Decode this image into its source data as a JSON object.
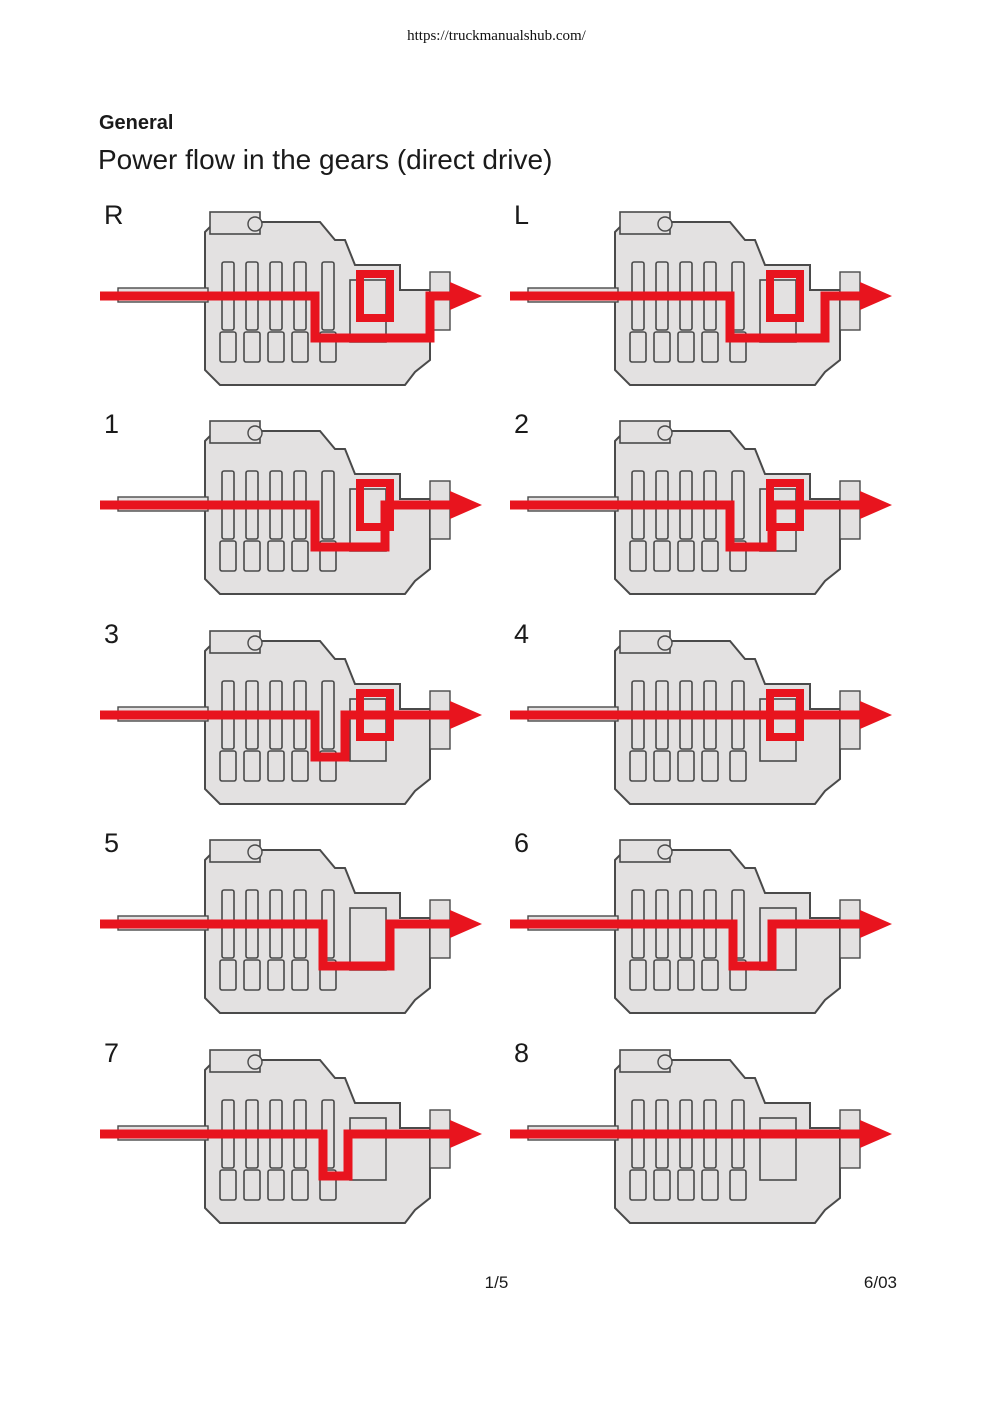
{
  "header": {
    "url": "https://truckmanualshub.com/"
  },
  "section": "General",
  "title": "Power flow in the gears (direct drive)",
  "gears": [
    {
      "label": "R",
      "dips": [
        [
          215,
          330
        ]
      ],
      "box": true
    },
    {
      "label": "L",
      "dips": [
        [
          220,
          315
        ]
      ],
      "box": true
    },
    {
      "label": "1",
      "dips": [
        [
          215,
          285
        ]
      ],
      "box": true
    },
    {
      "label": "2",
      "dips": [
        [
          220,
          262
        ]
      ],
      "box": true
    },
    {
      "label": "3",
      "dips": [
        [
          215,
          245
        ]
      ],
      "box": true
    },
    {
      "label": "4",
      "dips": [],
      "box": true
    },
    {
      "label": "5",
      "dips": [
        [
          223,
          290
        ]
      ],
      "box": false
    },
    {
      "label": "6",
      "dips": [
        [
          223,
          262
        ]
      ],
      "box": false
    },
    {
      "label": "7",
      "dips": [
        [
          223,
          248
        ]
      ],
      "box": false
    },
    {
      "label": "8",
      "dips": [],
      "box": false
    }
  ],
  "colors": {
    "flow": "#e8141e",
    "housing": "#e3e1e1",
    "outline": "#4a4a4a"
  },
  "footer": {
    "page": "1/5",
    "date": "6/03"
  }
}
